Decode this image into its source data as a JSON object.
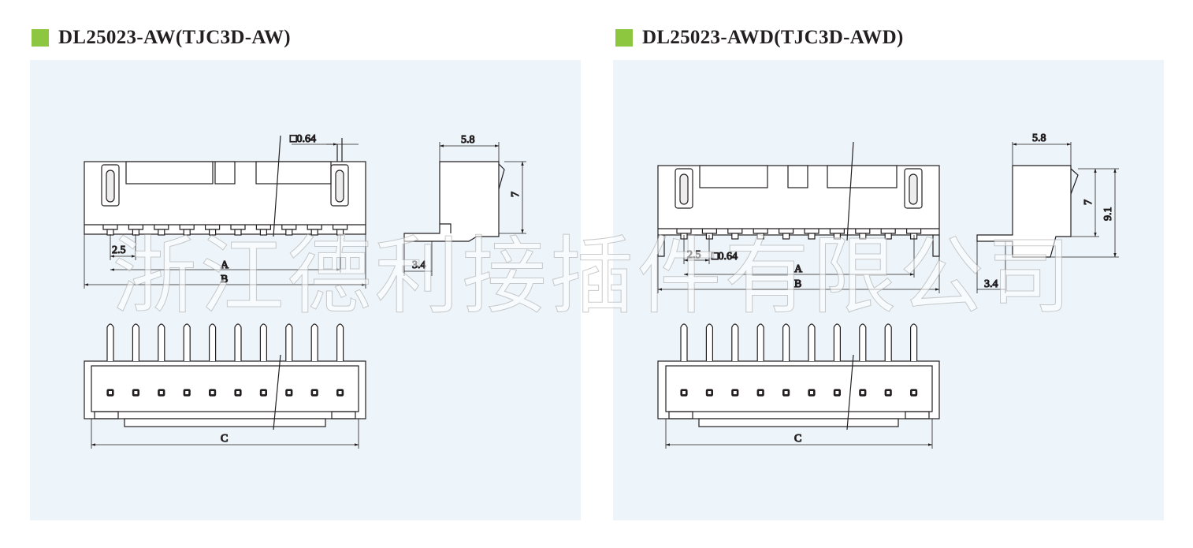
{
  "colors": {
    "accent": "#8dc63f",
    "panel": "#eef5fa",
    "ink": "#231f20"
  },
  "watermark": "浙江德利接插件有限公司",
  "left": {
    "title": "DL25023-AW(TJC3D-AW)",
    "dims": {
      "pin_size": "□0.64",
      "pitch": "2.5",
      "a": "A",
      "b": "B",
      "c": "C",
      "side_width": "5.8",
      "side_height": "7",
      "foot": "3.4"
    }
  },
  "right": {
    "title": "DL25023-AWD(TJC3D-AWD)",
    "dims": {
      "pitch": "2.5",
      "pin_size": "□0.64",
      "a": "A",
      "b": "B",
      "c": "C",
      "side_width": "5.8",
      "side_height": "7",
      "total_height": "9.1",
      "foot": "3.4"
    }
  }
}
